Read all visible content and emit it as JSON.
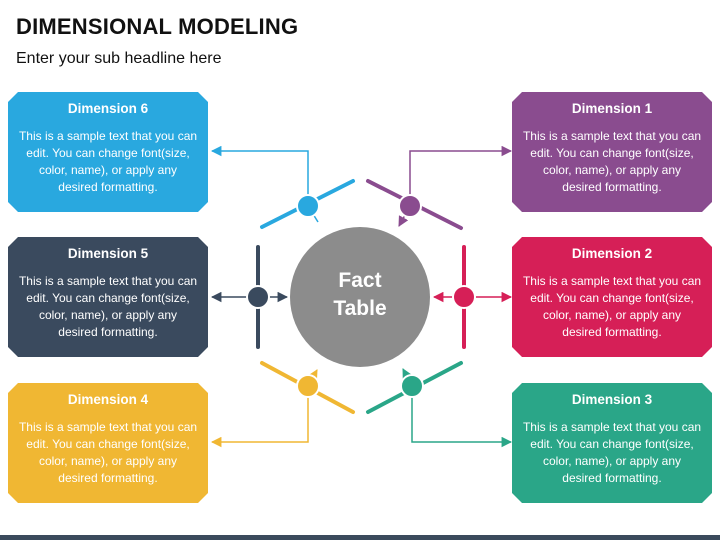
{
  "title": "DIMENSIONAL MODELING",
  "subtitle": "Enter your sub headline here",
  "hub": {
    "line1": "Fact",
    "line2": "Table",
    "color": "#8c8c8c"
  },
  "dimensions": [
    {
      "title": "Dimension 6",
      "text": "This is a sample text that you can edit. You can change font(size, color, name), or apply any desired formatting.",
      "color": "#29a8df"
    },
    {
      "title": "Dimension 1",
      "text": "This is a sample text that you can edit. You can change font(size, color, name), or apply any desired formatting.",
      "color": "#8a4c8f"
    },
    {
      "title": "Dimension 5",
      "text": "This is a sample text that you can edit. You can change font(size, color, name), or apply any desired formatting.",
      "color": "#3a4a5e"
    },
    {
      "title": "Dimension 2",
      "text": "This is a sample text that you can edit. You can change font(size, color, name), or apply any desired formatting.",
      "color": "#d61f57"
    },
    {
      "title": "Dimension 4",
      "text": "This is a sample text that you can edit. You can change font(size, color, name), or apply any desired formatting.",
      "color": "#f0b733"
    },
    {
      "title": "Dimension 3",
      "text": "This is a sample text that you can edit. You can change font(size, color, name), or apply any desired formatting.",
      "color": "#2aa688"
    }
  ]
}
